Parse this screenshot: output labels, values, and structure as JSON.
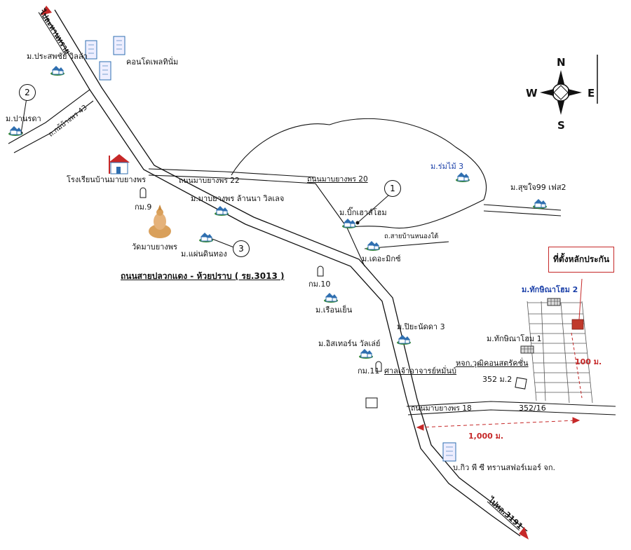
{
  "directions": {
    "to_ban_rong_khlong": "ไปละหานทราย",
    "to_3191": "ไปทล.3191"
  },
  "roads": {
    "road_43": "ถ.กม้บ้างพร 43",
    "road_22": "ถนนมาบยางพร 22",
    "road_20": "ถนนมาบยางพร 20",
    "road_main": "ถนนสายปลวกแดง - ห้วยปราบ ( รย.3013 )",
    "road_18": "ถนนมาบยางพร 18",
    "road_small": "ถ.สายบ้านหนองใต้"
  },
  "places": {
    "prasabchai": "ม.ประสพชัย วิลล่า",
    "condo": "คอนโดเพลทินั่ม",
    "panrada": "ม.ปานรดา",
    "school": "โรงเรียนบ้านมาบยางพร",
    "km9": "กม.9",
    "mabyangporn_lanna": "ม.มาบยางพร ล้านนา วิลเลจ",
    "temple": "วัดมาบยางพร",
    "paendinthong": "ม.แผ่นดินทอง",
    "rommai3": "ม.ร่มไม้ 3",
    "sukjai99": "ม.สุขใจ99 เฟส2",
    "big_home": "ม.บิ๊กเฮาส์โฮม",
    "the_mix": "ม.เดอะมิกซ์",
    "km10": "กม.10",
    "ruenyen": "ม.เรือนเย็น",
    "piyanatda3": "ม.ปิยะนัดดา 3",
    "isarawan": "ม.อิสเทอร์น วัลเล่ย์",
    "km11": "กม.11",
    "shrine": "ศาลเจ้าอาจารย์หมั่นบ์",
    "thakshina2": "ม.ทักษิณาโฮม 2",
    "thakshina1": "ม.ทักษิณาโฮม 1",
    "hj_construction": "หจก.วุฒิคอนสตรัคชั่น",
    "plot_352_2": "352 ม.2",
    "plot_352_16": "352/16",
    "factory": "บ.กิว พี ซี ทรานสฟอร์เมอร์ จก."
  },
  "callout": "ที่ตั้งหลักประกัน",
  "distances": {
    "d_1000": "1,000 ม.",
    "d_100": "100 ม."
  },
  "markers": {
    "m1": "1",
    "m2": "2",
    "m3": "3"
  },
  "compass": {
    "n": "N",
    "s": "S",
    "e": "E",
    "w": "W"
  },
  "colors": {
    "road": "#111111",
    "accent_red": "#c62828",
    "house_blue": "#2f6fb0",
    "house_green": "#3a8a3a",
    "temple_gold": "#d9a05b"
  }
}
